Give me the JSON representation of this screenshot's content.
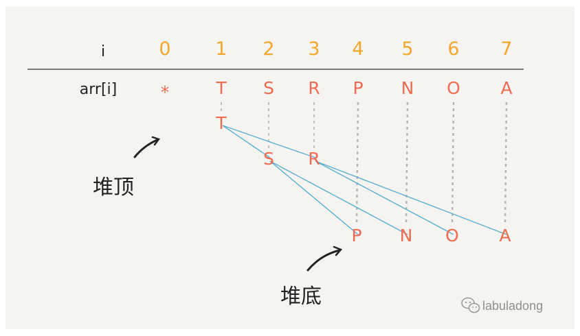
{
  "header": {
    "index_label": "i",
    "array_label": "arr[i]"
  },
  "indices": [
    "0",
    "1",
    "2",
    "3",
    "4",
    "5",
    "6",
    "7"
  ],
  "array_values": [
    "*",
    "T",
    "S",
    "R",
    "P",
    "N",
    "O",
    "A"
  ],
  "heap": {
    "nodes": [
      {
        "index": 1,
        "label": "T",
        "level": 0
      },
      {
        "index": 2,
        "label": "S",
        "level": 1
      },
      {
        "index": 3,
        "label": "R",
        "level": 1
      },
      {
        "index": 4,
        "label": "P",
        "level": 2
      },
      {
        "index": 5,
        "label": "N",
        "level": 2
      },
      {
        "index": 6,
        "label": "O",
        "level": 2
      },
      {
        "index": 7,
        "label": "A",
        "level": 2
      }
    ],
    "edges": [
      [
        1,
        2
      ],
      [
        1,
        3
      ],
      [
        2,
        4
      ],
      [
        2,
        5
      ],
      [
        3,
        6
      ],
      [
        3,
        7
      ]
    ]
  },
  "annotations": {
    "heap_top": "堆顶",
    "heap_bottom": "堆底"
  },
  "watermark": {
    "icon": "wechat-icon",
    "text": "labuladong"
  },
  "colors": {
    "index": "#f3a62c",
    "value": "#ee6a52",
    "edge": "#5bb0cf",
    "dash": "#b3b3b3",
    "panel": "#f6f4f1"
  }
}
